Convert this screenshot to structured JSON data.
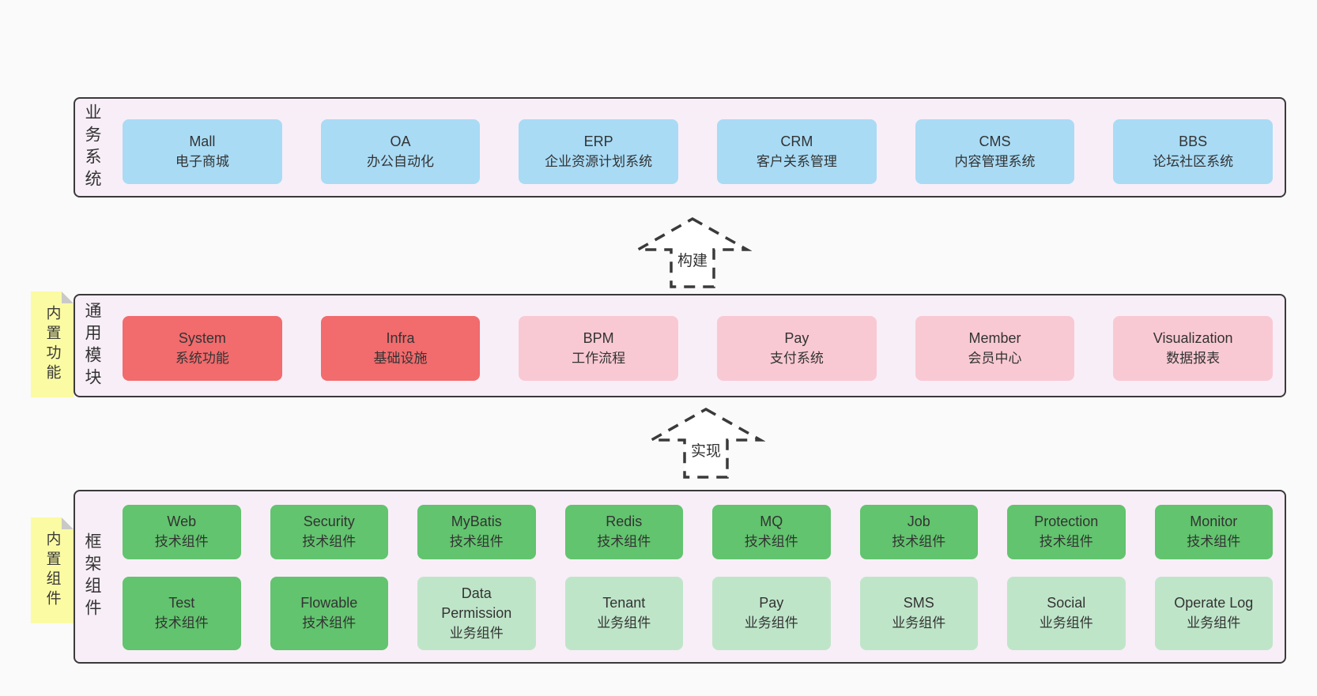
{
  "palette": {
    "pageBg": "#fafafa",
    "bandBg": "#f8eef7",
    "line": "#3a3a3a",
    "text": "#333333",
    "blue": "#a9dbf5",
    "red": "#f26b6d",
    "pink": "#f9c9d3",
    "green": "#62c46e",
    "lightGreen": "#bfe5c9",
    "noteYellow": "#fbfba3",
    "noteFold": "#c9c9c9"
  },
  "arrows": [
    {
      "label": "构建"
    },
    {
      "label": "实现"
    }
  ],
  "bands": [
    {
      "label": "业务系统",
      "rows": [
        [
          {
            "name": "Mall",
            "desc": "电子商城",
            "variant": "blue"
          },
          {
            "name": "OA",
            "desc": "办公自动化",
            "variant": "blue"
          },
          {
            "name": "ERP",
            "desc": "企业资源计划系统",
            "variant": "blue"
          },
          {
            "name": "CRM",
            "desc": "客户关系管理",
            "variant": "blue"
          },
          {
            "name": "CMS",
            "desc": "内容管理系统",
            "variant": "blue"
          },
          {
            "name": "BBS",
            "desc": "论坛社区系统",
            "variant": "blue"
          }
        ]
      ]
    },
    {
      "label": "通用模块",
      "note": "内置功能",
      "rows": [
        [
          {
            "name": "System",
            "desc": "系统功能",
            "variant": "red"
          },
          {
            "name": "Infra",
            "desc": "基础设施",
            "variant": "red"
          },
          {
            "name": "BPM",
            "desc": "工作流程",
            "variant": "pink"
          },
          {
            "name": "Pay",
            "desc": "支付系统",
            "variant": "pink"
          },
          {
            "name": "Member",
            "desc": "会员中心",
            "variant": "pink"
          },
          {
            "name": "Visualization",
            "desc": "数据报表",
            "variant": "pink"
          }
        ]
      ]
    },
    {
      "label": "框架组件",
      "note": "内置组件",
      "rows": [
        [
          {
            "name": "Web",
            "desc": "技术组件",
            "variant": "green"
          },
          {
            "name": "Security",
            "desc": "技术组件",
            "variant": "green"
          },
          {
            "name": "MyBatis",
            "desc": "技术组件",
            "variant": "green"
          },
          {
            "name": "Redis",
            "desc": "技术组件",
            "variant": "green"
          },
          {
            "name": "MQ",
            "desc": "技术组件",
            "variant": "green"
          },
          {
            "name": "Job",
            "desc": "技术组件",
            "variant": "green"
          },
          {
            "name": "Protection",
            "desc": "技术组件",
            "variant": "green"
          },
          {
            "name": "Monitor",
            "desc": "技术组件",
            "variant": "green"
          }
        ],
        [
          {
            "name": "Test",
            "desc": "技术组件",
            "variant": "green"
          },
          {
            "name": "Flowable",
            "desc": "技术组件",
            "variant": "green"
          },
          {
            "name": "Data Permission",
            "desc": "业务组件",
            "variant": "lightGreen"
          },
          {
            "name": "Tenant",
            "desc": "业务组件",
            "variant": "lightGreen"
          },
          {
            "name": "Pay",
            "desc": "业务组件",
            "variant": "lightGreen"
          },
          {
            "name": "SMS",
            "desc": "业务组件",
            "variant": "lightGreen"
          },
          {
            "name": "Social",
            "desc": "业务组件",
            "variant": "lightGreen"
          },
          {
            "name": "Operate Log",
            "desc": "业务组件",
            "variant": "lightGreen"
          }
        ]
      ]
    }
  ]
}
